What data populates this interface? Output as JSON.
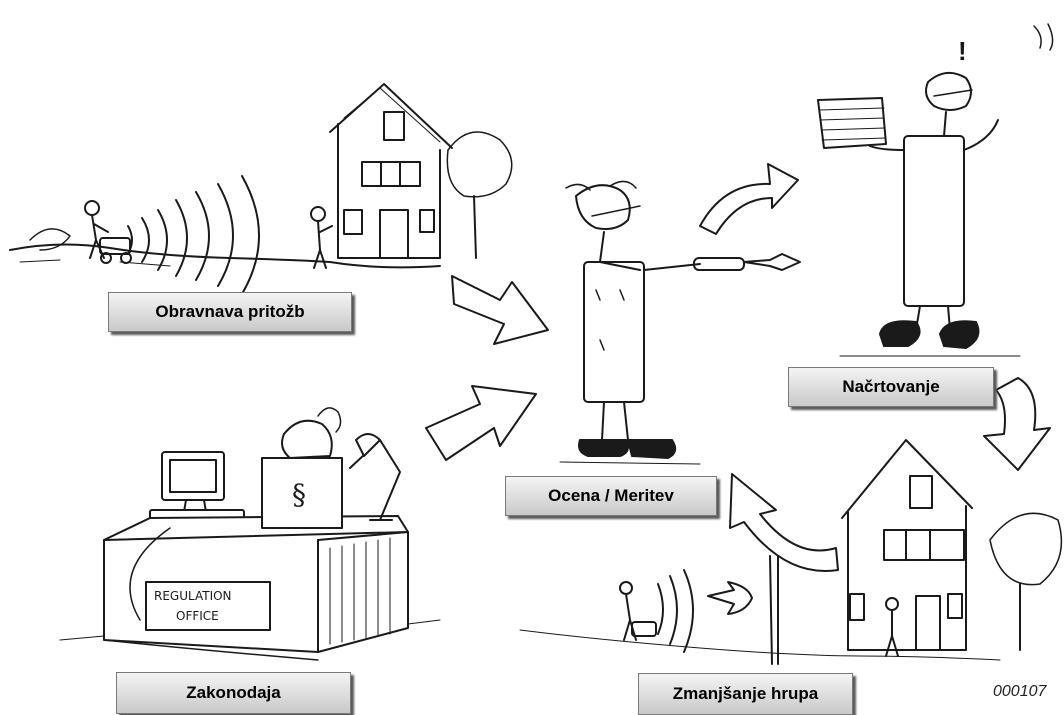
{
  "labels": {
    "complaints": "Obravnava pritožb",
    "planning": "Načrtovanje",
    "assessment": "Ocena / Meritev",
    "legislation": "Zakonodaja",
    "noise_reduction": "Zmanjšanje hrupa"
  },
  "desk_sign": [
    "REGULATION",
    "OFFICE"
  ],
  "paragraph_symbol": "§",
  "exclamation": "!",
  "image_code": "000107",
  "colors": {
    "ink": "#1a1a1a",
    "label_top": "#f4f4f4",
    "label_bottom": "#c9c9c9"
  }
}
